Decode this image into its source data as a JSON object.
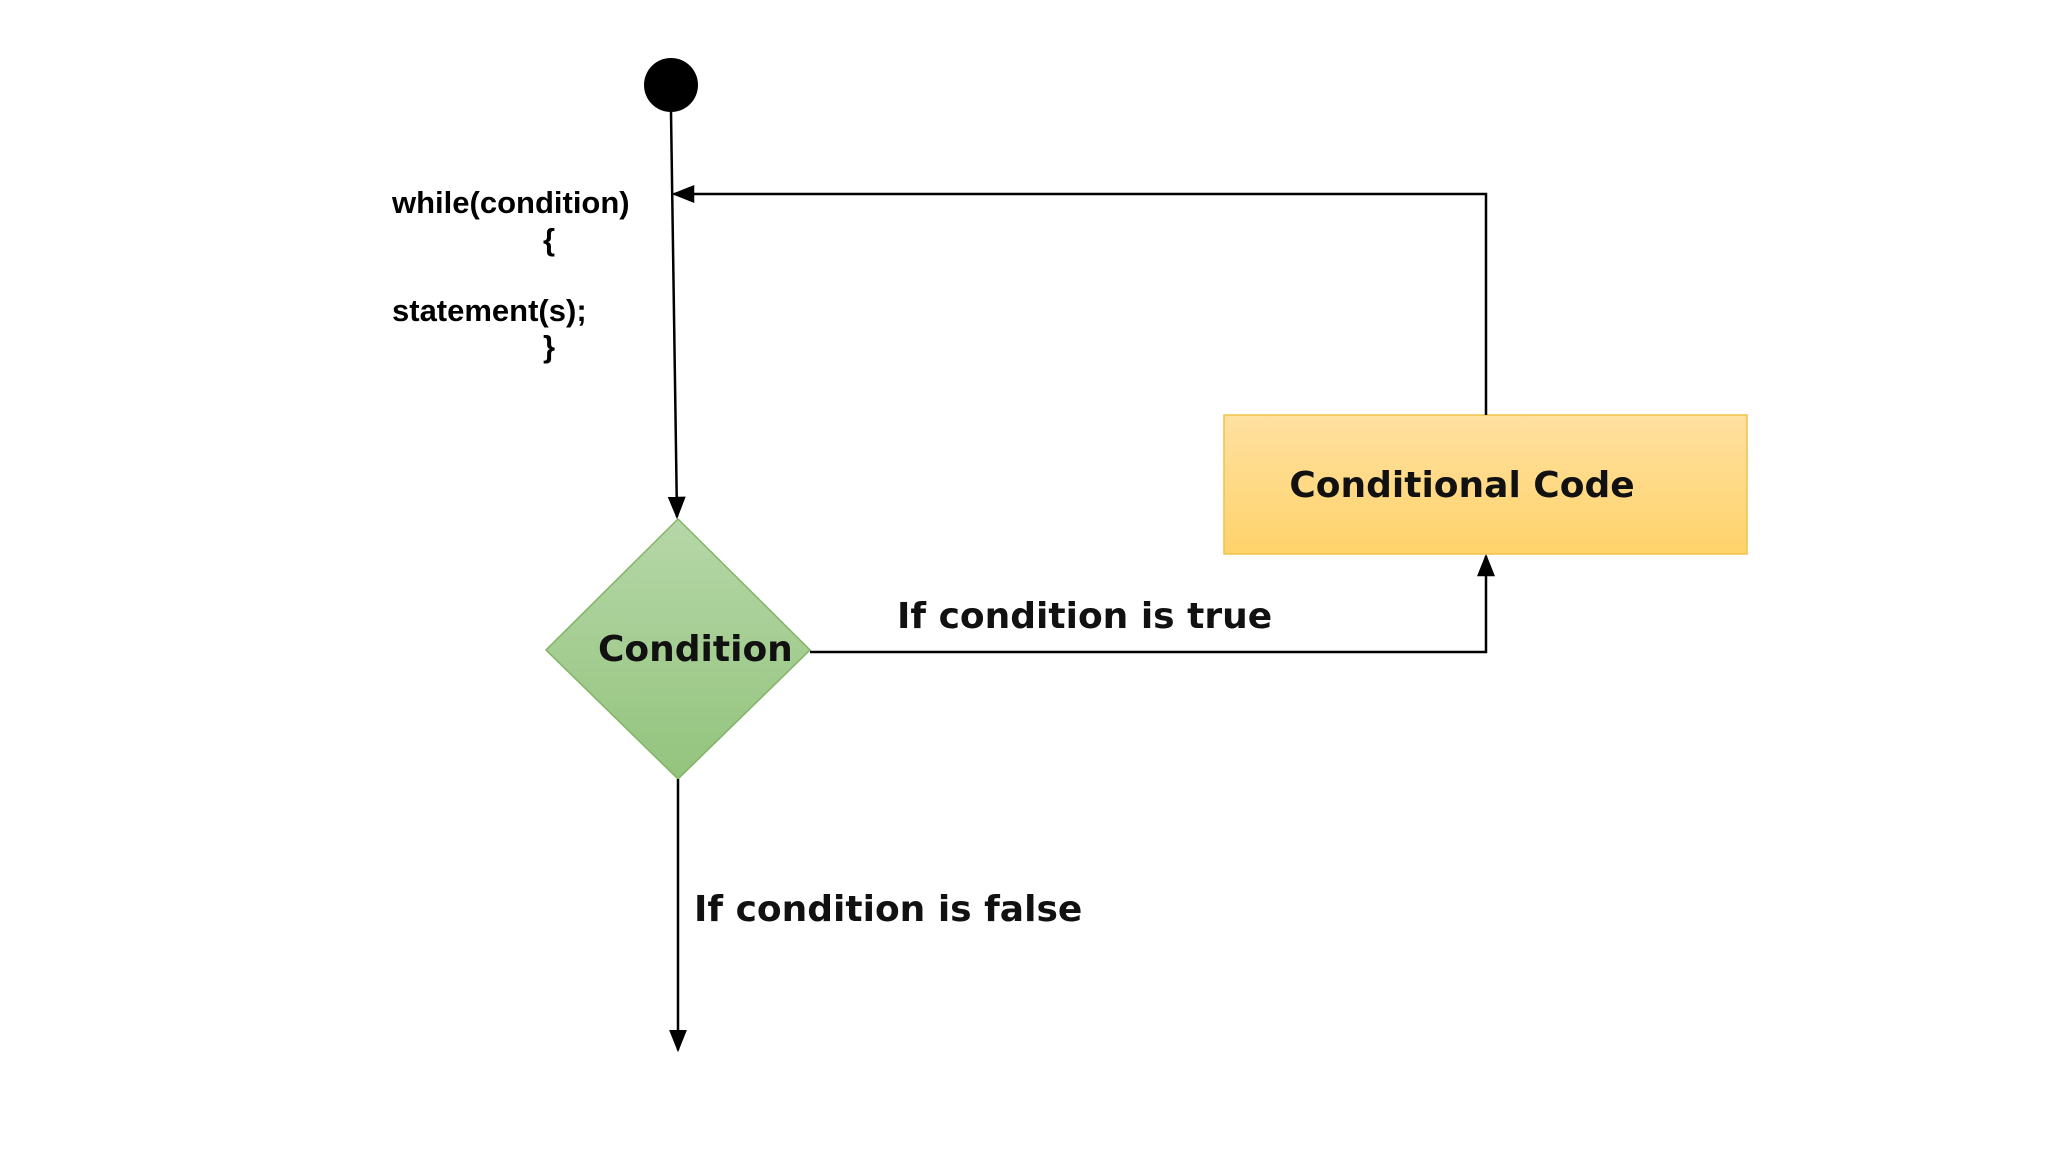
{
  "code": {
    "line1": "while(condition)",
    "line2": "{",
    "line3": "statement(s);",
    "line4": "}"
  },
  "nodes": {
    "decision": "Condition",
    "process": "Conditional Code"
  },
  "edges": {
    "true_label": "If condition is true",
    "false_label": "If condition is false"
  },
  "colors": {
    "decision_top": "#b6d7a8",
    "decision_bottom": "#93c47d",
    "decision_border": "#82b366",
    "process_top": "#ffe0a0",
    "process_bottom": "#ffd36b",
    "process_border": "#f0c24a",
    "line": "#000000"
  }
}
